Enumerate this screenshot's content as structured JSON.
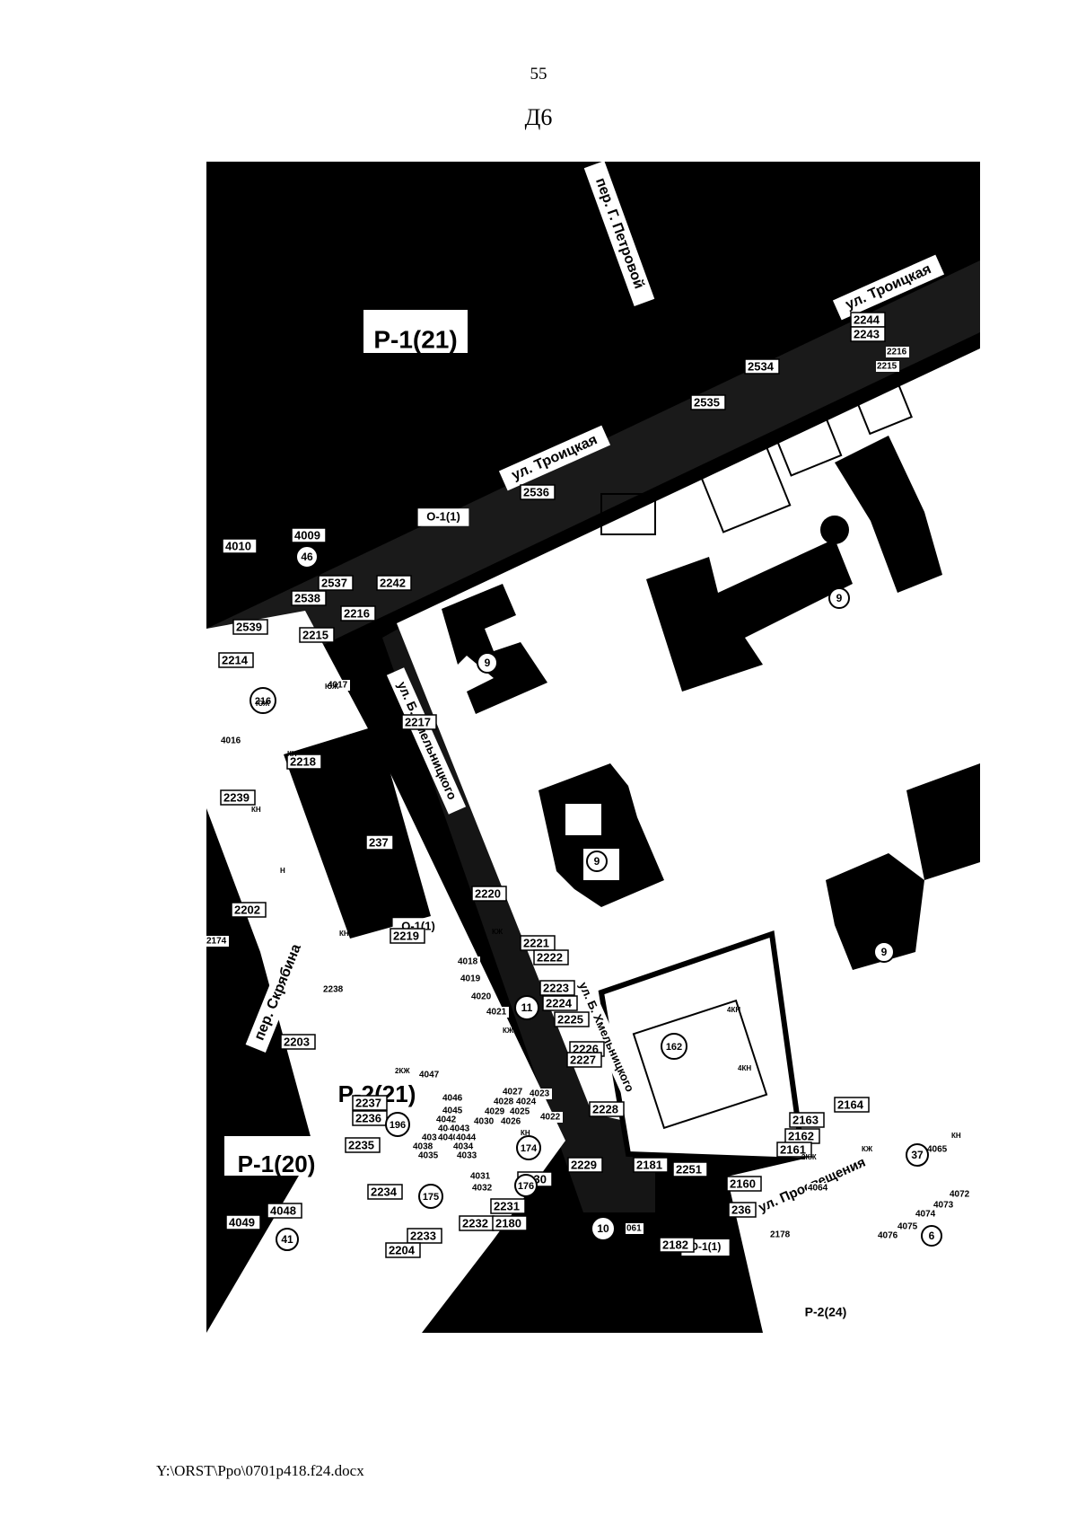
{
  "header": {
    "page_number": "55",
    "appendix": "Д6"
  },
  "footer": {
    "file_path": "Y:\\ORST\\Ppo\\0701p418.f24.docx"
  },
  "map": {
    "colors": {
      "background": "#000000",
      "lots": "#ffffff",
      "buildings": "#000000"
    },
    "zones": [
      {
        "id": "z1",
        "label": "Р-1(21)"
      },
      {
        "id": "z2",
        "label": "Р-2(21)"
      },
      {
        "id": "z3",
        "label": "Р-1(20)"
      },
      {
        "id": "z4",
        "label": "Р-2(24)"
      },
      {
        "id": "z5",
        "label": "О-1(1)"
      },
      {
        "id": "z6",
        "label": "О-1(1)"
      },
      {
        "id": "z7",
        "label": "О-1(1)"
      }
    ],
    "streets": [
      {
        "id": "s1",
        "label": "пер. Г. Петровой"
      },
      {
        "id": "s2",
        "label": "ул. Троицкая"
      },
      {
        "id": "s3",
        "label": "ул. Троицкая"
      },
      {
        "id": "s4",
        "label": "ул. Б. Хмельницкого"
      },
      {
        "id": "s5",
        "label": "ул. Б. Хмельницкого"
      },
      {
        "id": "s6",
        "label": "пер. Скрябина"
      },
      {
        "id": "s7",
        "label": "ул. Просвещения"
      }
    ],
    "boxed_numbers": [
      {
        "id": "b1",
        "label": "2244"
      },
      {
        "id": "b2",
        "label": "2243"
      },
      {
        "id": "b3",
        "label": "2534"
      },
      {
        "id": "b4",
        "label": "2535"
      },
      {
        "id": "b5",
        "label": "2536"
      },
      {
        "id": "b6",
        "label": "4009"
      },
      {
        "id": "b7",
        "label": "4010"
      },
      {
        "id": "b8",
        "label": "2537"
      },
      {
        "id": "b9",
        "label": "2242"
      },
      {
        "id": "b10",
        "label": "2538"
      },
      {
        "id": "b11",
        "label": "2216"
      },
      {
        "id": "b12",
        "label": "2539"
      },
      {
        "id": "b13",
        "label": "2215"
      },
      {
        "id": "b14",
        "label": "2214"
      },
      {
        "id": "b15",
        "label": "2217"
      },
      {
        "id": "b16",
        "label": "2218"
      },
      {
        "id": "b17",
        "label": "2239"
      },
      {
        "id": "b18",
        "label": "237"
      },
      {
        "id": "b19",
        "label": "2220"
      },
      {
        "id": "b20",
        "label": "2202"
      },
      {
        "id": "b21",
        "label": "2219"
      },
      {
        "id": "b22",
        "label": "2221"
      },
      {
        "id": "b23",
        "label": "2222"
      },
      {
        "id": "b24",
        "label": "2223"
      },
      {
        "id": "b25",
        "label": "2224"
      },
      {
        "id": "b26",
        "label": "2225"
      },
      {
        "id": "b27",
        "label": "2226"
      },
      {
        "id": "b28",
        "label": "2203"
      },
      {
        "id": "b29",
        "label": "2227"
      },
      {
        "id": "b30",
        "label": "2237"
      },
      {
        "id": "b31",
        "label": "2236"
      },
      {
        "id": "b32",
        "label": "2228"
      },
      {
        "id": "b33",
        "label": "2235"
      },
      {
        "id": "b34",
        "label": "2229"
      },
      {
        "id": "b35",
        "label": "2181"
      },
      {
        "id": "b36",
        "label": "2251"
      },
      {
        "id": "b37",
        "label": "2230"
      },
      {
        "id": "b38",
        "label": "2234"
      },
      {
        "id": "b39",
        "label": "2231"
      },
      {
        "id": "b40",
        "label": "4048"
      },
      {
        "id": "b41",
        "label": "4049"
      },
      {
        "id": "b42",
        "label": "2232"
      },
      {
        "id": "b43",
        "label": "2180"
      },
      {
        "id": "b44",
        "label": "2233"
      },
      {
        "id": "b45",
        "label": "2204"
      },
      {
        "id": "b46",
        "label": "2182"
      },
      {
        "id": "b47",
        "label": "2163"
      },
      {
        "id": "b48",
        "label": "2164"
      },
      {
        "id": "b49",
        "label": "2162"
      },
      {
        "id": "b50",
        "label": "2161"
      },
      {
        "id": "b51",
        "label": "2160"
      },
      {
        "id": "b52",
        "label": "236"
      }
    ],
    "plain_numbers": [
      {
        "id": "p1",
        "label": "2216"
      },
      {
        "id": "p2",
        "label": "2215"
      },
      {
        "id": "p3",
        "label": "4017"
      },
      {
        "id": "p4",
        "label": "4016"
      },
      {
        "id": "p5",
        "label": "2174"
      },
      {
        "id": "p6",
        "label": "4018"
      },
      {
        "id": "p7",
        "label": "4019"
      },
      {
        "id": "p8",
        "label": "4020"
      },
      {
        "id": "p9",
        "label": "4021"
      },
      {
        "id": "p10",
        "label": "2238"
      },
      {
        "id": "p11",
        "label": "4047"
      },
      {
        "id": "p12",
        "label": "4046"
      },
      {
        "id": "p13",
        "label": "4045"
      },
      {
        "id": "p14",
        "label": "4042"
      },
      {
        "id": "p15",
        "label": "4041"
      },
      {
        "id": "p16",
        "label": "4043"
      },
      {
        "id": "p17",
        "label": "4039"
      },
      {
        "id": "p18",
        "label": "4040"
      },
      {
        "id": "p19",
        "label": "4044"
      },
      {
        "id": "p20",
        "label": "4038"
      },
      {
        "id": "p21",
        "label": "4035"
      },
      {
        "id": "p22",
        "label": "4034"
      },
      {
        "id": "p23",
        "label": "4033"
      },
      {
        "id": "p24",
        "label": "4027"
      },
      {
        "id": "p25",
        "label": "4023"
      },
      {
        "id": "p26",
        "label": "4028"
      },
      {
        "id": "p27",
        "label": "4024"
      },
      {
        "id": "p28",
        "label": "4029"
      },
      {
        "id": "p29",
        "label": "4025"
      },
      {
        "id": "p30",
        "label": "4022"
      },
      {
        "id": "p31",
        "label": "4030"
      },
      {
        "id": "p32",
        "label": "4026"
      },
      {
        "id": "p33",
        "label": "4031"
      },
      {
        "id": "p34",
        "label": "4032"
      },
      {
        "id": "p35",
        "label": "4065"
      },
      {
        "id": "p36",
        "label": "4064"
      },
      {
        "id": "p37",
        "label": "4072"
      },
      {
        "id": "p38",
        "label": "4073"
      },
      {
        "id": "p39",
        "label": "4074"
      },
      {
        "id": "p40",
        "label": "4075"
      },
      {
        "id": "p41",
        "label": "4076"
      },
      {
        "id": "p42",
        "label": "2178"
      },
      {
        "id": "p43",
        "label": "061"
      }
    ],
    "circles": [
      {
        "id": "c1",
        "label": "46"
      },
      {
        "id": "c2",
        "label": "9"
      },
      {
        "id": "c3",
        "label": "9"
      },
      {
        "id": "c4",
        "label": "9"
      },
      {
        "id": "c5",
        "label": "9"
      },
      {
        "id": "c6",
        "label": "216"
      },
      {
        "id": "c7",
        "label": "11"
      },
      {
        "id": "c8",
        "label": "162"
      },
      {
        "id": "c9",
        "label": "196"
      },
      {
        "id": "c10",
        "label": "174"
      },
      {
        "id": "c11",
        "label": "176"
      },
      {
        "id": "c12",
        "label": "175"
      },
      {
        "id": "c13",
        "label": "41"
      },
      {
        "id": "c14",
        "label": "10"
      },
      {
        "id": "c15",
        "label": "37"
      },
      {
        "id": "c16",
        "label": "6"
      }
    ],
    "building_tags": [
      {
        "id": "t1",
        "label": "ЮЖ"
      },
      {
        "id": "t2",
        "label": "ЮЖ"
      },
      {
        "id": "t3",
        "label": "КН"
      },
      {
        "id": "t4",
        "label": "КН"
      },
      {
        "id": "t5",
        "label": "Н"
      },
      {
        "id": "t6",
        "label": "КН"
      },
      {
        "id": "t7",
        "label": "КЖ"
      },
      {
        "id": "t8",
        "label": "КЖ"
      },
      {
        "id": "t9",
        "label": "2КЖ"
      },
      {
        "id": "t10",
        "label": "4КН"
      },
      {
        "id": "t11",
        "label": "4КН"
      },
      {
        "id": "t12",
        "label": "4КЖ"
      },
      {
        "id": "t13",
        "label": "КН"
      },
      {
        "id": "t14",
        "label": "2КЖ"
      },
      {
        "id": "t15",
        "label": "КЖ"
      },
      {
        "id": "t16",
        "label": "КН"
      }
    ]
  }
}
